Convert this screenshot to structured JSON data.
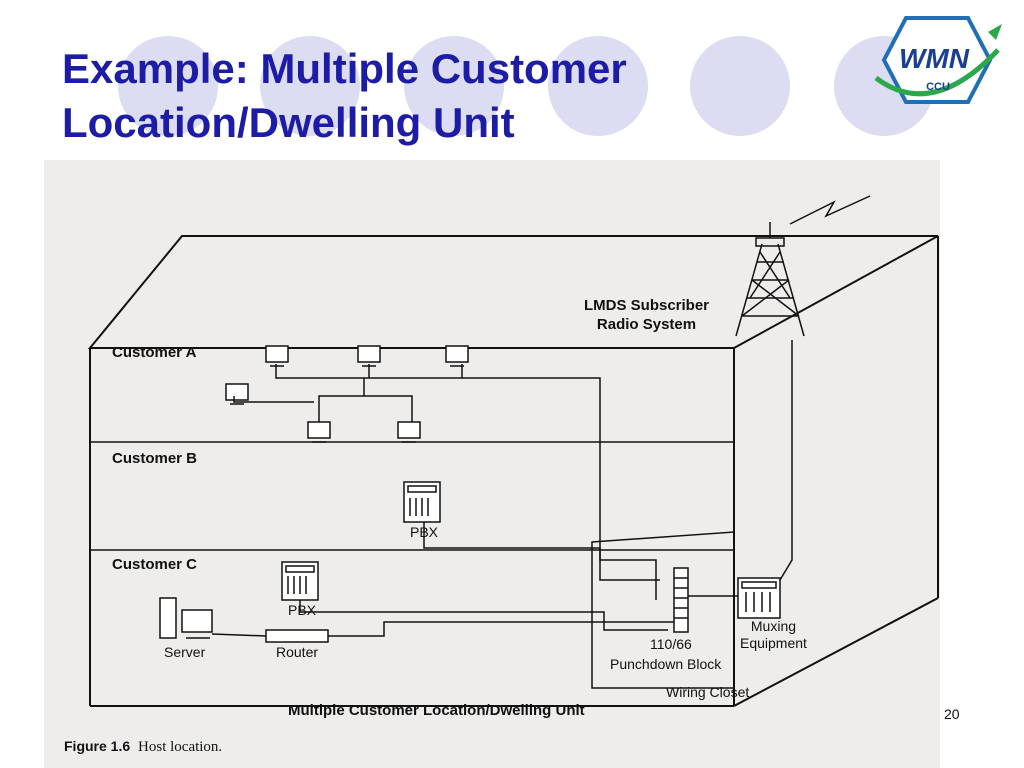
{
  "slide": {
    "title_line1": "Example: Multiple Customer",
    "title_line2": "Location/Dwelling Unit",
    "page_number": "20",
    "logo_text": "WMN",
    "logo_subtext": "CCU",
    "accent_color": "#1c1ca6",
    "circle_color": "#dcdcf2"
  },
  "figure": {
    "lmds_label_line1": "LMDS Subscriber",
    "lmds_label_line2": "Radio System",
    "customer_a": "Customer A",
    "customer_b": "Customer B",
    "customer_c": "Customer C",
    "pbx_b": "PBX",
    "pbx_c": "PBX",
    "server": "Server",
    "router": "Router",
    "punchdown_number": "110/66",
    "punchdown_label": "Punchdown Block",
    "muxing_line1": "Muxing",
    "muxing_line2": "Equipment",
    "wiring_closet": "Wiring Closet",
    "building_caption": "Multiple Customer Location/Dwelling Unit",
    "figure_number": "Figure 1.6",
    "figure_title": "Host location."
  }
}
